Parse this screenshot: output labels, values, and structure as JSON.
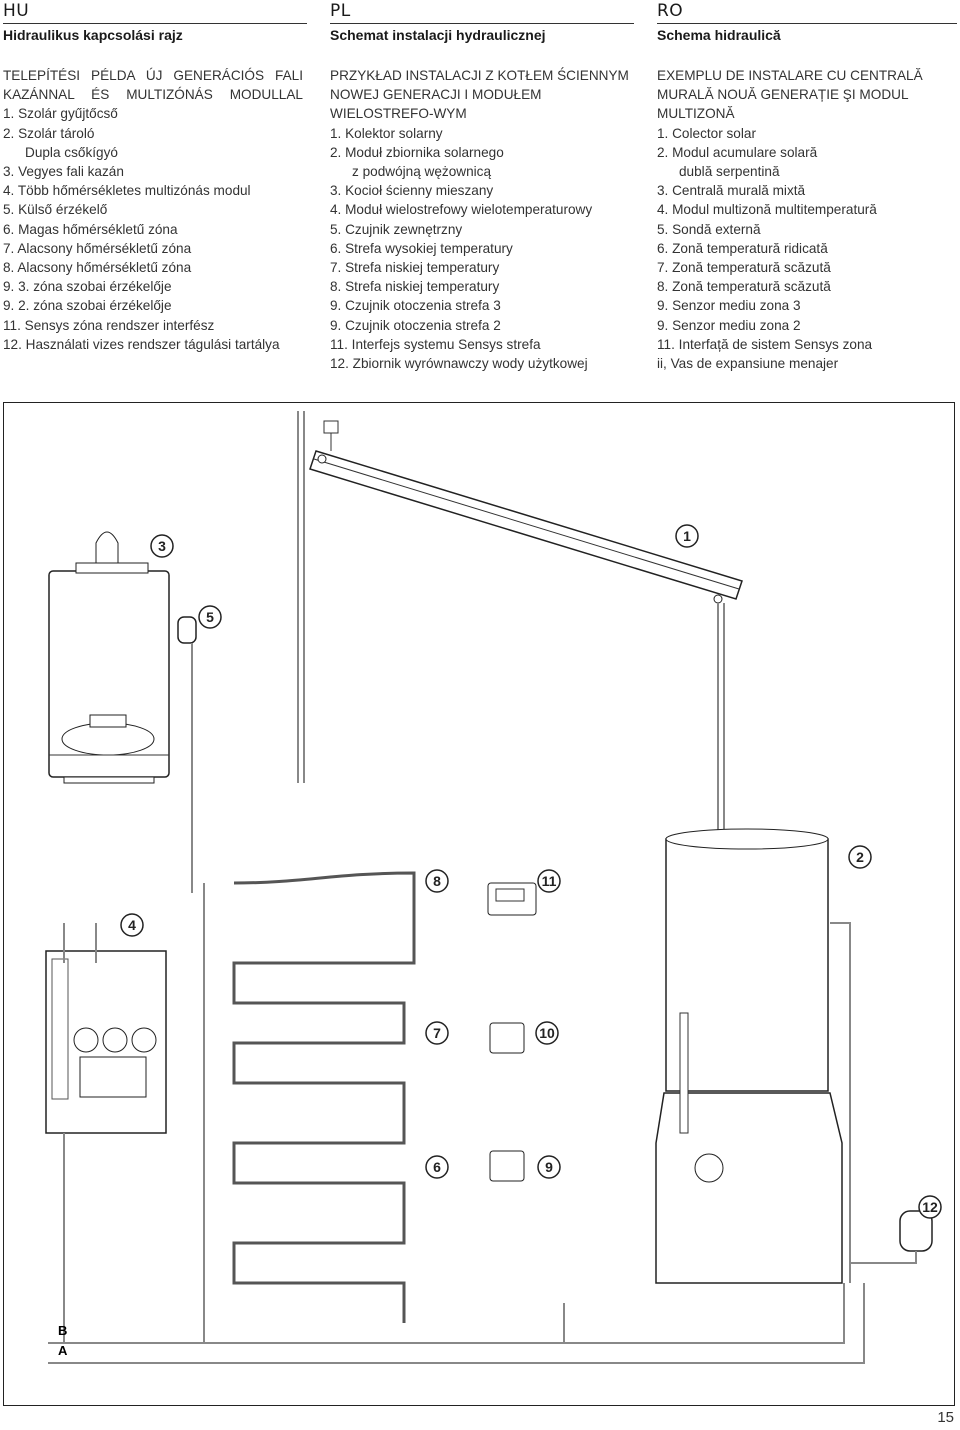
{
  "columns": {
    "hu": {
      "lang": "HU",
      "title": "Hidraulikus kapcsolási rajz",
      "intro": "TELEPÍTÉSI PÉLDA ÚJ GENERÁCIÓS FALI KAZÁNNAL ÉS MULTIZÓNÁS MODULLAL",
      "items": [
        {
          "text": "1. Szolár gyűjtőcső"
        },
        {
          "text": "2. Szolár tároló",
          "sub": "Dupla csőkígyó"
        },
        {
          "text": "3. Vegyes fali kazán"
        },
        {
          "text": "4. Több hőmérsékletes multizónás modul"
        },
        {
          "text": "5. Külső érzékelő"
        },
        {
          "text": "6. Magas hőmérsékletű zóna"
        },
        {
          "text": "7. Alacsony hőmérsékletű zóna"
        },
        {
          "text": "8. Alacsony hőmérsékletű zóna"
        },
        {
          "text": "9. 3. zóna szobai érzékelője"
        },
        {
          "text": "9. 2. zóna szobai érzékelője"
        },
        {
          "text": "11. Sensys zóna rendszer interfész"
        },
        {
          "text": "12. Használati vizes rendszer tágulási tartálya"
        }
      ]
    },
    "pl": {
      "lang": "PL",
      "title": "Schemat instalacji hydraulicznej",
      "intro": "PRZYKŁAD INSTALACJI Z KOTŁEM ŚCIENNYM NOWEJ GENERACJI I MODUŁEM WIELOSTREFO-WYM",
      "items": [
        {
          "text": "1. Kolektor solarny"
        },
        {
          "text": "2. Moduł zbiornika solarnego",
          "sub": "z podwójną wężownicą"
        },
        {
          "text": "3. Kocioł ścienny mieszany"
        },
        {
          "text": "4. Moduł wielostrefowy wielotemperaturowy"
        },
        {
          "text": "5. Czujnik zewnętrzny"
        },
        {
          "text": "6. Strefa wysokiej temperatury"
        },
        {
          "text": "7. Strefa niskiej temperatury"
        },
        {
          "text": "8. Strefa niskiej temperatury"
        },
        {
          "text": "9. Czujnik otoczenia strefa 3"
        },
        {
          "text": "9. Czujnik otoczenia strefa 2"
        },
        {
          "text": "11. Interfejs systemu Sensys strefa"
        },
        {
          "text": "12. Zbiornik wyrównawczy wody użytkowej"
        }
      ]
    },
    "ro": {
      "lang": "RO",
      "title": "Schema hidraulică",
      "intro": "EXEMPLU DE INSTALARE CU CENTRALĂ MURALĂ NOUĂ GENERAȚIE ŞI MODUL MULTIZONĂ",
      "items": [
        {
          "text": "1. Colector solar"
        },
        {
          "text": "2. Modul acumulare solară",
          "sub": "dublă serpentină"
        },
        {
          "text": "3. Centrală murală mixtă"
        },
        {
          "text": "4. Modul multizonă multitemperatură"
        },
        {
          "text": "5. Sondă externă"
        },
        {
          "text": "6. Zonă temperatură ridicată"
        },
        {
          "text": "7. Zonă temperatură scăzută"
        },
        {
          "text": "8. Zonă temperatură scăzută"
        },
        {
          "text": "9. Senzor mediu zona 3"
        },
        {
          "text": "9. Senzor mediu zona 2"
        },
        {
          "text": "11. Interfață de sistem Sensys zona"
        },
        {
          "text": "ii, Vas de expansiune menajer"
        }
      ]
    }
  },
  "diagram": {
    "callouts": [
      "1",
      "2",
      "3",
      "4",
      "5",
      "6",
      "7",
      "8",
      "9",
      "10",
      "11",
      "12"
    ],
    "labels": {
      "b": "B",
      "a": "A"
    }
  },
  "page_number": "15"
}
